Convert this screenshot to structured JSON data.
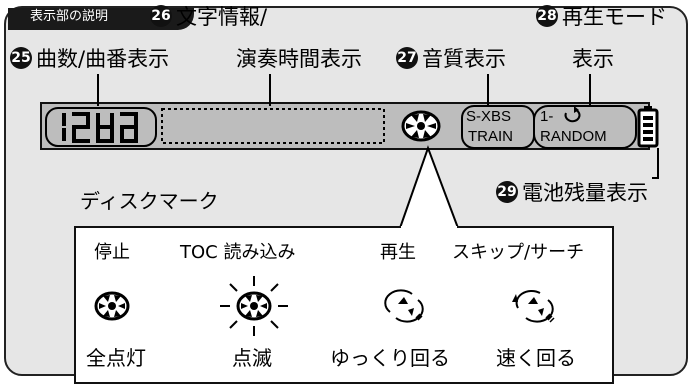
{
  "header_tab": {
    "text": "表示部の説明"
  },
  "labels": {
    "track_count": {
      "num": "25",
      "text": "曲数/曲番表示"
    },
    "text_info": {
      "num": "26",
      "line1": "文字情報/",
      "line2": "演奏時間表示"
    },
    "sound_quality": {
      "num": "27",
      "text": "音質表示"
    },
    "play_mode": {
      "num": "28",
      "line1": "再生モード",
      "line2": "表示"
    },
    "battery": {
      "num": "29",
      "text": "電池残量表示"
    },
    "disc_mark": "ディスクマーク"
  },
  "lcd": {
    "xbs": "S-XBS",
    "train": "TRAIN",
    "repeat": "1-",
    "random": "RANDOM"
  },
  "disc_legend": {
    "states": [
      "停止",
      "TOC 読み込み",
      "再生",
      "スキップ/サーチ"
    ],
    "displays": [
      "全点灯",
      "点滅",
      "ゆっくり回る",
      "速く回る"
    ]
  }
}
